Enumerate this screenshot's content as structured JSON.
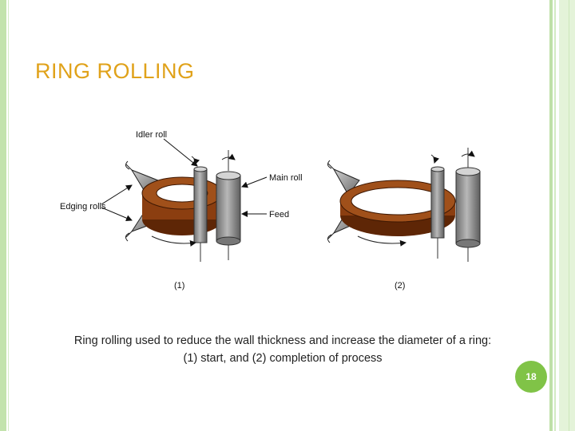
{
  "slide": {
    "title": "RING ROLLING",
    "caption_line1": "Ring rolling used to reduce the wall thickness and increase the diameter of a ring:",
    "caption_line2": "(1) start, and (2) completion of process",
    "page_number": "18"
  },
  "figure": {
    "labels": {
      "idler_roll": "Idler roll",
      "edging_rolls": "Edging rolls",
      "main_roll": "Main roll",
      "feed": "Feed",
      "stage1": "(1)",
      "stage2": "(2)"
    },
    "colors": {
      "ring": "#8b3e10",
      "ring_dark": "#5e2606",
      "roll": "#8c8c8c",
      "roll_light": "#c4c4c4"
    }
  }
}
